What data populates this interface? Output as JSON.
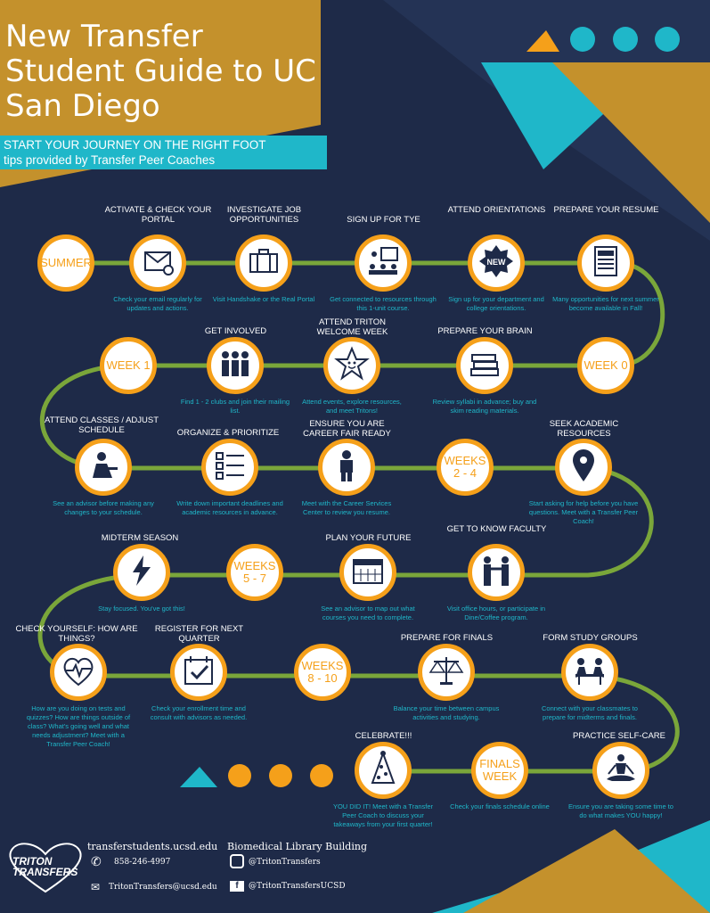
{
  "header": {
    "title": "New Transfer Student Guide to UC San Diego",
    "subtitle_line1": "START YOUR JOURNEY ON THE RIGHT FOOT",
    "subtitle_line2": "tips provided by Transfer Peer Coaches"
  },
  "nodes": [
    {
      "id": "summer",
      "type": "text",
      "text": "SUMMER"
    },
    {
      "id": "portal",
      "label": "ACTIVATE & CHECK YOUR PORTAL",
      "desc": "Check your email regularly for updates and actions.",
      "icon": "email-icon"
    },
    {
      "id": "job",
      "label": "INVESTIGATE JOB OPPORTUNITIES",
      "desc": "Visit Handshake or the Real Portal",
      "icon": "briefcase-icon"
    },
    {
      "id": "tye",
      "label": "SIGN UP FOR TYE",
      "desc": "Get connected to resources through this 1-unit course.",
      "icon": "presentation-icon"
    },
    {
      "id": "orient",
      "label": "ATTEND ORIENTATIONS",
      "desc": "Sign up for your department and college orientations.",
      "icon": "new-badge-icon"
    },
    {
      "id": "resume",
      "label": "PREPARE YOUR RESUME",
      "desc": "Many opportunities for next summer become available in Fall!",
      "icon": "resume-icon"
    },
    {
      "id": "week0",
      "type": "text",
      "text": "WEEK 0"
    },
    {
      "id": "brain",
      "label": "PREPARE YOUR BRAIN",
      "desc": "Review syllabi in advance; buy and skim reading materials.",
      "icon": "books-icon"
    },
    {
      "id": "welcome",
      "label": "ATTEND TRITON WELCOME WEEK",
      "desc": "Attend events, explore resources, and meet Tritons!",
      "icon": "star-icon"
    },
    {
      "id": "involved",
      "label": "GET INVOLVED",
      "desc": "Find 1 - 2 clubs and join their mailing list.",
      "icon": "group-icon"
    },
    {
      "id": "week1",
      "type": "text",
      "text": "WEEK 1"
    },
    {
      "id": "classes",
      "label": "ATTEND CLASSES / ADJUST SCHEDULE",
      "desc": "See an advisor before making any changes to your schedule.",
      "icon": "student-desk-icon"
    },
    {
      "id": "organize",
      "label": "ORGANIZE & PRIORITIZE",
      "desc": "Write down important deadlines and academic resources in advance.",
      "icon": "checklist-icon"
    },
    {
      "id": "career",
      "label": "ENSURE YOU ARE CAREER FAIR READY",
      "desc": "Meet with the Career Services Center to review you resume.",
      "icon": "businessperson-icon"
    },
    {
      "id": "weeks24",
      "type": "text",
      "text": "WEEKS 2 - 4"
    },
    {
      "id": "academic",
      "label": "SEEK ACADEMIC RESOURCES",
      "desc": "Start asking for help before you have questions.  Meet with a Transfer Peer Coach!",
      "icon": "location-pin-icon"
    },
    {
      "id": "faculty",
      "label": "GET TO KNOW FACULTY",
      "desc": "Visit office hours, or participate in Dine/Coffee program.",
      "icon": "handshake-icon"
    },
    {
      "id": "future",
      "label": "PLAN YOUR FUTURE",
      "desc": "See an advisor to map out what courses you need to complete.",
      "icon": "calendar-icon"
    },
    {
      "id": "weeks57",
      "type": "text",
      "text": "WEEKS 5 - 7"
    },
    {
      "id": "midterm",
      "label": "MIDTERM SEASON",
      "desc": "Stay focused. You've got this!",
      "icon": "lightning-icon"
    },
    {
      "id": "checkyou",
      "label": "CHECK YOURSELF: HOW ARE THINGS?",
      "desc": "How are you doing on tests and quizzes? How are things outside of class? What's going well and what needs adjustment? Meet with a Transfer Peer Coach!",
      "icon": "heartbeat-icon"
    },
    {
      "id": "register",
      "label": "REGISTER FOR NEXT QUARTER",
      "desc": "Check your enrollment time and consult with advisors as needed.",
      "icon": "calendar-check-icon"
    },
    {
      "id": "weeks810",
      "type": "text",
      "text": "WEEKS 8 - 10"
    },
    {
      "id": "finals",
      "label": "PREPARE FOR FINALS",
      "desc": "Balance your time between campus activities and studying.",
      "icon": "scale-icon"
    },
    {
      "id": "groups",
      "label": "FORM STUDY GROUPS",
      "desc": "Connect with your classmates to prepare for midterms and finals.",
      "icon": "study-group-icon"
    },
    {
      "id": "selfcare",
      "label": "PRACTICE SELF-CARE",
      "desc": "Ensure you are taking some time to do what makes YOU happy!",
      "icon": "meditation-icon"
    },
    {
      "id": "finalsweek",
      "type": "text",
      "text": "FINALS WEEK",
      "desc": "Check your finals schedule online"
    },
    {
      "id": "celebrate",
      "label": "CELEBRATE!!!",
      "desc": "YOU DID IT! Meet with a Transfer Peer Coach to discuss your takeaways from your first quarter!",
      "icon": "party-hat-icon"
    }
  ],
  "footer": {
    "logo_text": "TRITON TRANSFERS",
    "website": "transferstudents.ucsd.edu",
    "phone": "858-246-4997",
    "email": "TritonTransfers@ucsd.edu",
    "location": "Biomedical Library Building",
    "instagram": "@TritonTransfers",
    "facebook": "@TritonTransfersUCSD"
  },
  "colors": {
    "bg": "#1e2a48",
    "accent_orange": "#f5a01a",
    "accent_teal": "#1fb7c9",
    "path_green": "#7aa63a",
    "gold": "#c4912c"
  }
}
